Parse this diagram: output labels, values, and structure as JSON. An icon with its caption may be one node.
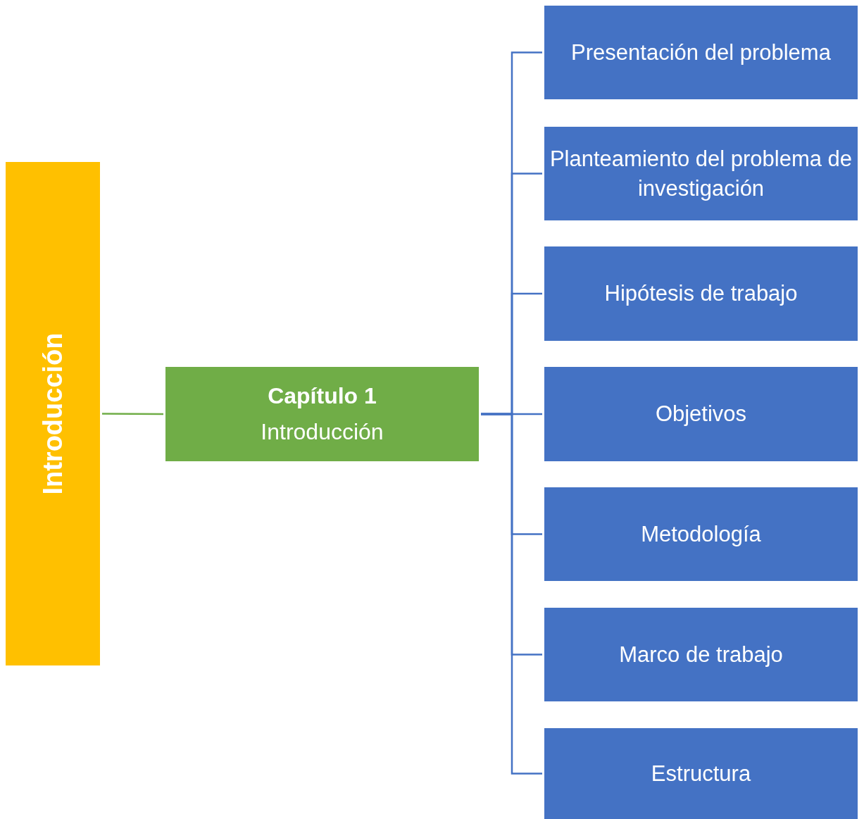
{
  "diagram": {
    "nodes": [
      {
        "text": [
          "Introducción"
        ]
      },
      {
        "text": [
          "Capítulo 1",
          "Introducción"
        ]
      },
      {
        "text": [
          "Presentación del problema"
        ]
      },
      {
        "text": [
          "Planteamiento del problema de investigación"
        ]
      },
      {
        "text": [
          "Hipótesis de trabajo"
        ]
      },
      {
        "text": [
          "Objetivos"
        ]
      },
      {
        "text": [
          "Metodología"
        ]
      },
      {
        "text": [
          "Marco de trabajo"
        ]
      },
      {
        "text": [
          "Estructura"
        ]
      }
    ],
    "edges": [
      {
        "from": 0,
        "to": 1,
        "arrow": "none",
        "color": "#70ad47"
      },
      {
        "from": 1,
        "to": 2,
        "arrow": "none"
      },
      {
        "from": 1,
        "to": 3,
        "arrow": "none"
      },
      {
        "from": 1,
        "to": 4,
        "arrow": "none"
      },
      {
        "from": 1,
        "to": 5,
        "arrow": "none"
      },
      {
        "from": 1,
        "to": 6,
        "arrow": "none"
      },
      {
        "from": 1,
        "to": 7,
        "arrow": "none"
      },
      {
        "from": 1,
        "to": 8,
        "arrow": "none"
      }
    ]
  }
}
